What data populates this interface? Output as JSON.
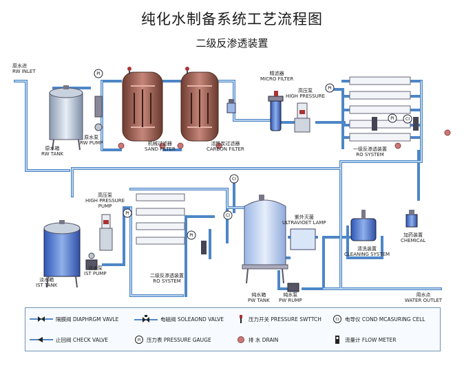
{
  "title": "纯化水制备系统工艺流程图",
  "subtitle": "二级反渗透装置",
  "labels": {
    "rw_inlet": {
      "cn": "原水进",
      "en": "RW INLET"
    },
    "rw_pump": {
      "cn": "原水泵",
      "en": "RW PUMP"
    },
    "rw_tank": {
      "cn": "原水箱",
      "en": "RW TANK"
    },
    "sand_filter": {
      "cn": "机械过滤器",
      "en": "SAND FILTER"
    },
    "carbon_filter": {
      "cn": "活性炭过滤器",
      "en": "CARBON FILTER"
    },
    "micro_filter": {
      "cn": "精滤器",
      "en": "MICRO FILTER"
    },
    "hp_pump1": {
      "cn": "高压泵",
      "en": "HIGH PRESSURE"
    },
    "ro1": {
      "cn": "一级反渗透装置",
      "en": "RO SYSTEM"
    },
    "hp_pump2": {
      "cn": "高压泵",
      "en": "HIGH PRESSURE",
      "en2": "PUMP"
    },
    "ist_tank": {
      "cn": "淡水箱",
      "en": "IST TANK"
    },
    "ist_pump": {
      "cn": "淡水泵",
      "en": "IST PUMP"
    },
    "ro2": {
      "cn": "二级反渗透装置",
      "en": "RO SYSTEM"
    },
    "uv_lamp": {
      "cn": "紫外灭菌",
      "en": "ULTRAVIOET LAMP"
    },
    "pw_tank": {
      "cn": "纯水箱",
      "en": "PW TANK"
    },
    "pw_pump": {
      "cn": "纯水泵",
      "en": "PW RUMP"
    },
    "cleaning": {
      "cn": "清洗装置",
      "en": "CLEANING SYSTEM"
    },
    "chemical": {
      "cn": "加药装置",
      "en": "CHEMICAL"
    },
    "water_outlet": {
      "cn": "用水点",
      "en": "WATER OUTLET"
    }
  },
  "tags": {
    "pi": "PI",
    "ci": "CI"
  },
  "legend": [
    {
      "icon": "diaphragm-valve-icon",
      "text": "隔膜阀 DIAPHRGM VAVLE"
    },
    {
      "icon": "solenoid-valve-icon",
      "text": "电磁阀 SOLEAOND VALVE"
    },
    {
      "icon": "pressure-switch-icon",
      "text": "压力开关 PRESSURE SWTTCH"
    },
    {
      "icon": "conductivity-cell-icon",
      "text": "电导仪 COND MCASURING CELL",
      "symbol": "CI"
    },
    {
      "icon": "check-valve-icon",
      "text": "止回阀 CHECK VALVE"
    },
    {
      "icon": "pressure-gauge-icon",
      "text": "压力表 PRESSURE GAUGE",
      "symbol": "PI"
    },
    {
      "icon": "drain-icon",
      "text": "排 水 DRAIN"
    },
    {
      "icon": "flow-meter-icon",
      "text": "流量计 FLOW METER"
    }
  ],
  "colors": {
    "pipe": "#4d86c6",
    "pipe_light": "#d9e8f7",
    "tank_blue": "#4a6fcf",
    "filter_brown": "#9a5a4a"
  }
}
